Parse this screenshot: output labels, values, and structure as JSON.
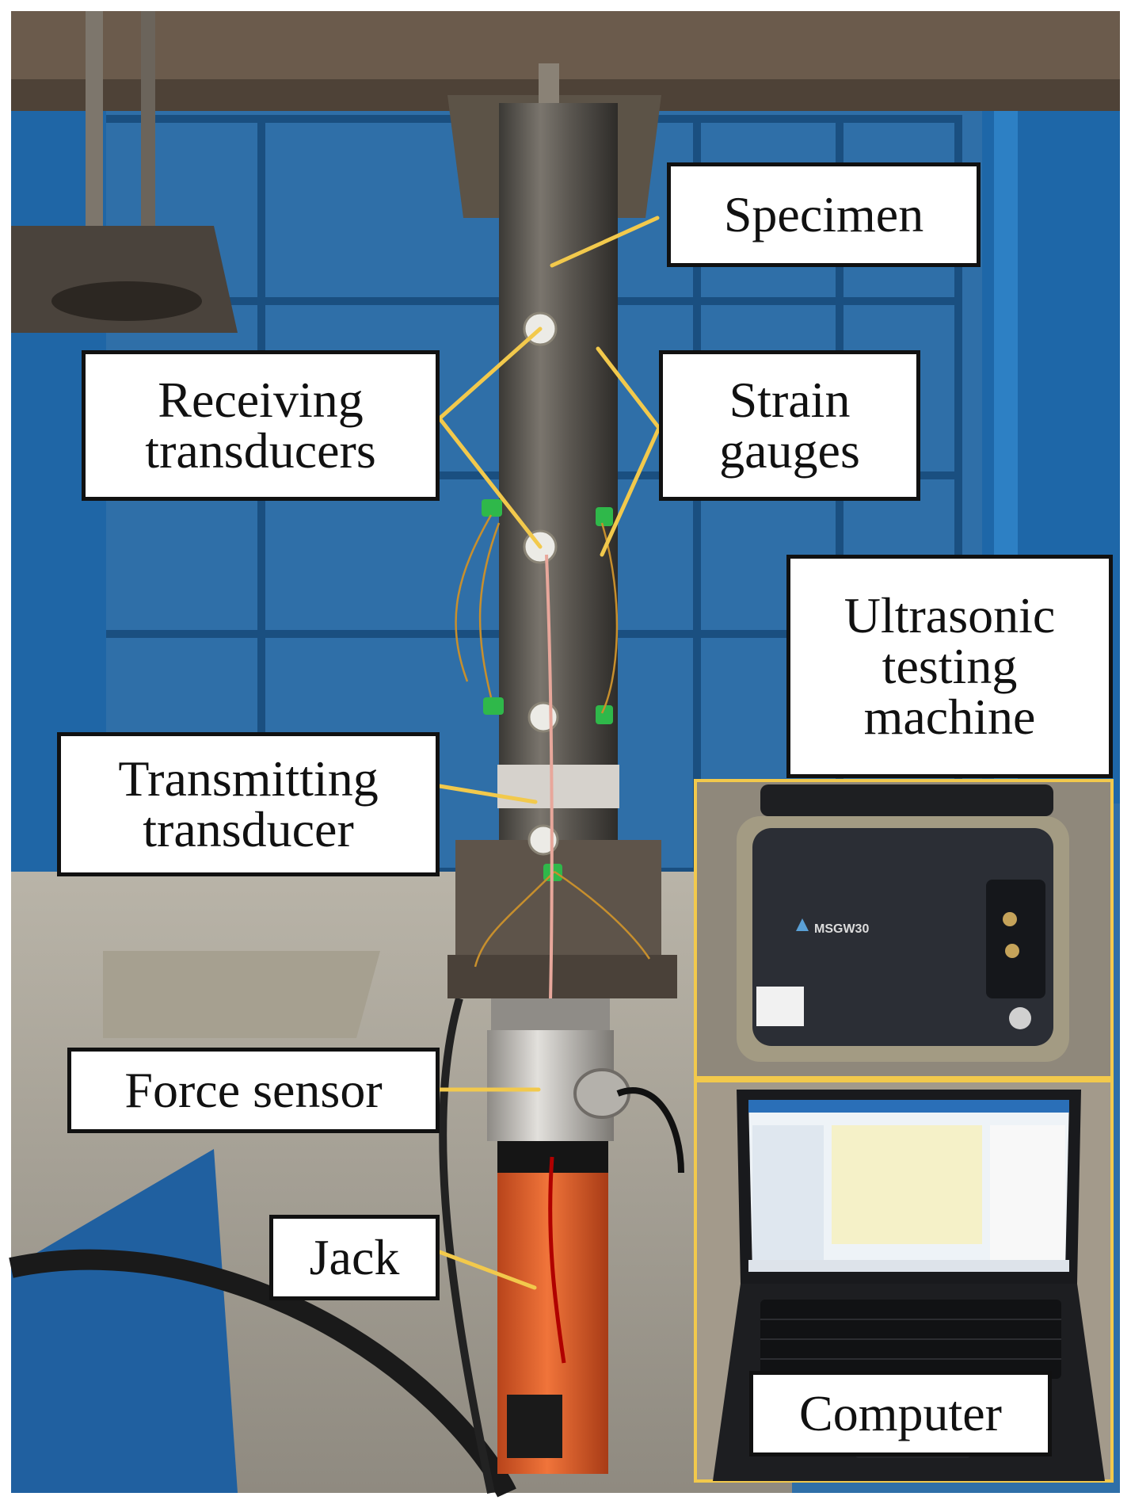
{
  "labels": {
    "specimen": "Specimen",
    "receiving": "Receiving\ntransducers",
    "strain": "Strain\ngauges",
    "ultrasonic": "Ultrasonic\ntesting\nmachine",
    "transmitting": "Transmitting\ntransducer",
    "force": "Force sensor",
    "jack": "Jack",
    "computer": "Computer"
  },
  "device_text": {
    "model": "MSGW30"
  },
  "colors": {
    "leader_line": "#f2c94c",
    "frame_blue": "#1d6fb3",
    "jack_orange": "#e8642c",
    "specimen_steel": "#5a5650"
  }
}
